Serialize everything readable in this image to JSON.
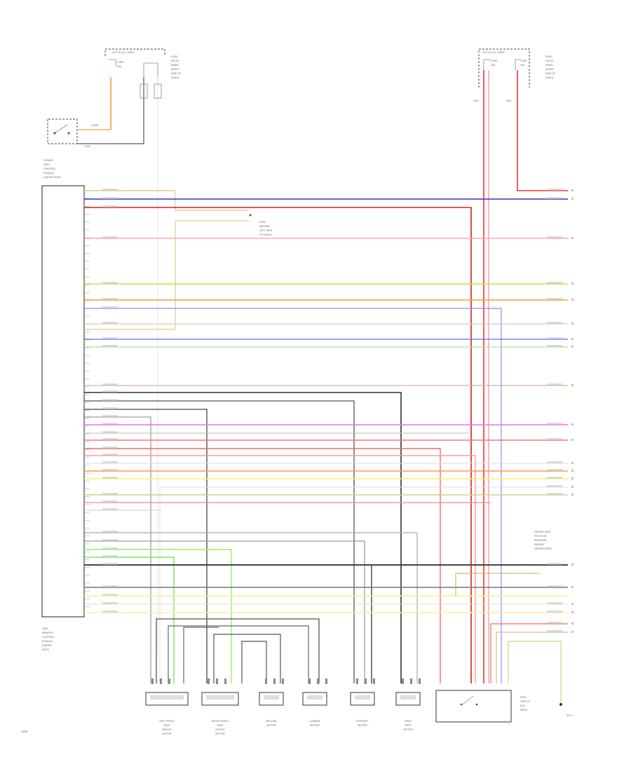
{
  "fuse_box_left": {
    "title": "HOT AT ALL TIMES",
    "fuse_labels": [
      "FUSE",
      "15A"
    ],
    "side_note": [
      "FUSE",
      "RELAY",
      "PANEL",
      "(RIGHT",
      "SIDE OF",
      "DASH)"
    ]
  },
  "fuse_box_right": {
    "title": "HOT AT ALL TIMES",
    "fuse_labels": [
      "FUSE",
      "30A",
      "FUSE",
      "20A"
    ],
    "side_note": [
      "FUSE",
      "RELAY",
      "PANEL",
      "(RIGHT",
      "SIDE OF",
      "DASH)"
    ],
    "wire_labels": [
      "RED",
      "RED"
    ]
  },
  "switch_label": "DOOR",
  "ground_label": "G300",
  "module": {
    "top_label": [
      "POWER",
      "SEAT",
      "CONTROL",
      "MODULE",
      "(UNDER SEAT)"
    ],
    "bottom_label": [
      "SEAT",
      "MEMORY",
      "CONTROL",
      "MODULE",
      "(UNDER",
      "SEAT)"
    ]
  },
  "splice_label": [
    "S235",
    "(BEHIND",
    "LEFT SIDE",
    "OF DASH)"
  ],
  "right_block_label": [
    "DRIVER SEAT",
    "POSITION",
    "SENSORS",
    "(UNDER",
    "DRIVER SEAT)"
  ],
  "motors": [
    {
      "label": [
        "LEFT FRONT",
        "SEAT",
        "HEIGHT",
        "MOTOR"
      ]
    },
    {
      "label": [
        "RIGHT FRONT",
        "SEAT",
        "HEIGHT",
        "MOTOR"
      ]
    },
    {
      "label": [
        "RECLINE",
        "MOTOR"
      ]
    },
    {
      "label": [
        "LUMBAR",
        "MOTOR"
      ]
    },
    {
      "label": [
        "FORE/AFT",
        "MOTOR"
      ]
    },
    {
      "label": [
        "HEAD",
        "REST",
        "MOTOR"
      ]
    }
  ],
  "seat_switch_label": [
    "SEAT",
    "SWITCH",
    "(ON",
    "SEAT)"
  ],
  "right_bottom_label": "SHT 1",
  "page_number": "1996"
}
